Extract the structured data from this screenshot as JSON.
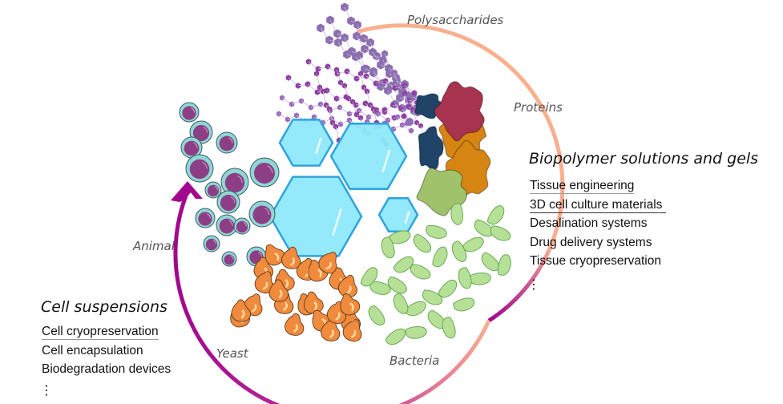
{
  "source_labels": {
    "polysaccharides": "Polysaccharides",
    "proteins": "Proteins",
    "animal": "Animal",
    "yeast": "Yeast",
    "bacteria": "Bacteria"
  },
  "right_panel": {
    "title": "Biopolymer solutions and gels",
    "items": [
      {
        "label": "Tissue engineering",
        "underline": "light"
      },
      {
        "label": "3D cell culture materials",
        "underline": "dark"
      },
      {
        "label": "Desalination systems",
        "underline": "none"
      },
      {
        "label": "Drug delivery systems",
        "underline": "none"
      },
      {
        "label": "Tissue cryopreservation",
        "underline": "none"
      }
    ],
    "more": "⋮"
  },
  "left_panel": {
    "title": "Cell suspensions",
    "items": [
      {
        "label": "Cell cryopreservation",
        "underline": "light"
      },
      {
        "label": "Cell encapsulation",
        "underline": "none"
      },
      {
        "label": "Biodegradation devices",
        "underline": "none"
      }
    ],
    "more": "⋮"
  },
  "colors": {
    "arc_biopolymer": "#f9b08e",
    "arc_cells": "#a0088f",
    "hexagon_fill": "#8ee8fb",
    "hexagon_stroke": "#2ea3dd",
    "polysaccharide_light": "#8c6fb0",
    "polysaccharide_dark": "#8e3fa2",
    "protein_red": "#a8334f",
    "protein_navy": "#1f4468",
    "protein_orange": "#d68412",
    "protein_green": "#9fc26b",
    "yeast": "#f08a3c",
    "bacteria": "#b6e096",
    "animal_cell_outer": "#8fd7d6",
    "animal_cell_nucleus": "#8d3f86"
  }
}
